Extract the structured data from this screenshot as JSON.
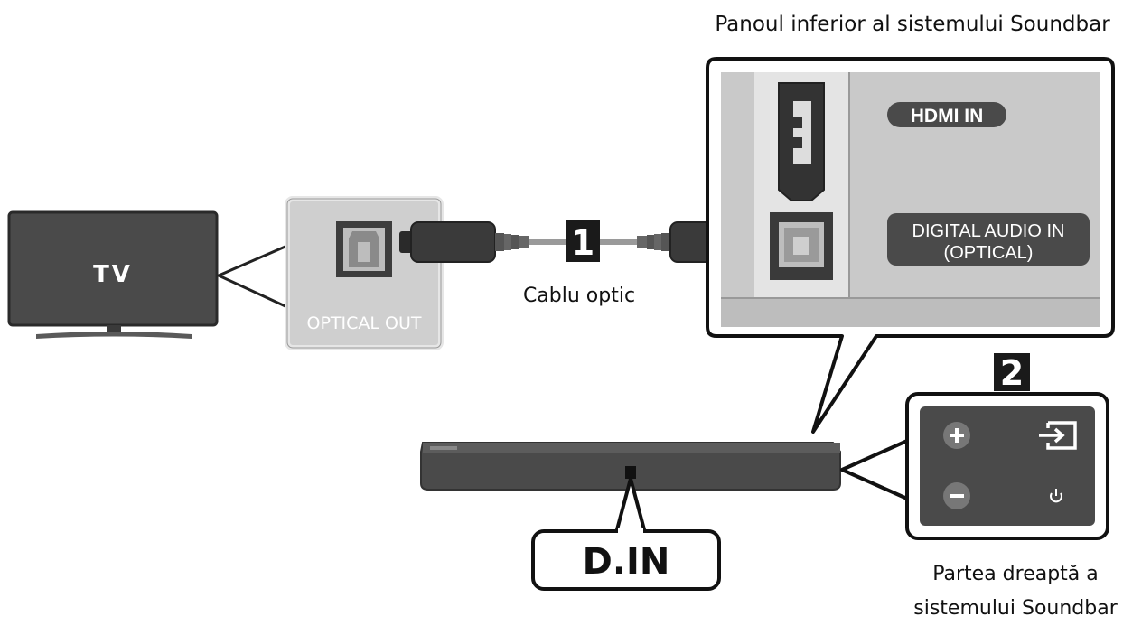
{
  "labels": {
    "tv": "TV",
    "optical_out": "OPTICAL OUT",
    "cable": "Cablu optic",
    "step1": "1",
    "step2": "2",
    "bottom_panel_title": "Panoul inferior al sistemului Soundbar",
    "hdmi_in": "HDMI IN",
    "digital_audio_in_line1": "DIGITAL AUDIO IN",
    "digital_audio_in_line2": "(OPTICAL)",
    "d_in": "D.IN",
    "right_side_line1": "Partea dreaptă a",
    "right_side_line2": "sistemului Soundbar"
  },
  "icons": [
    "tv-icon",
    "optical-port-icon",
    "hdmi-port-icon",
    "plus-icon",
    "minus-icon",
    "input-source-icon",
    "power-icon"
  ],
  "colors": {
    "panel_gray": "#cfcfcf",
    "dark_gray": "#4a4a4a",
    "badge_black": "#1a1a1a",
    "outline": "#111111"
  }
}
